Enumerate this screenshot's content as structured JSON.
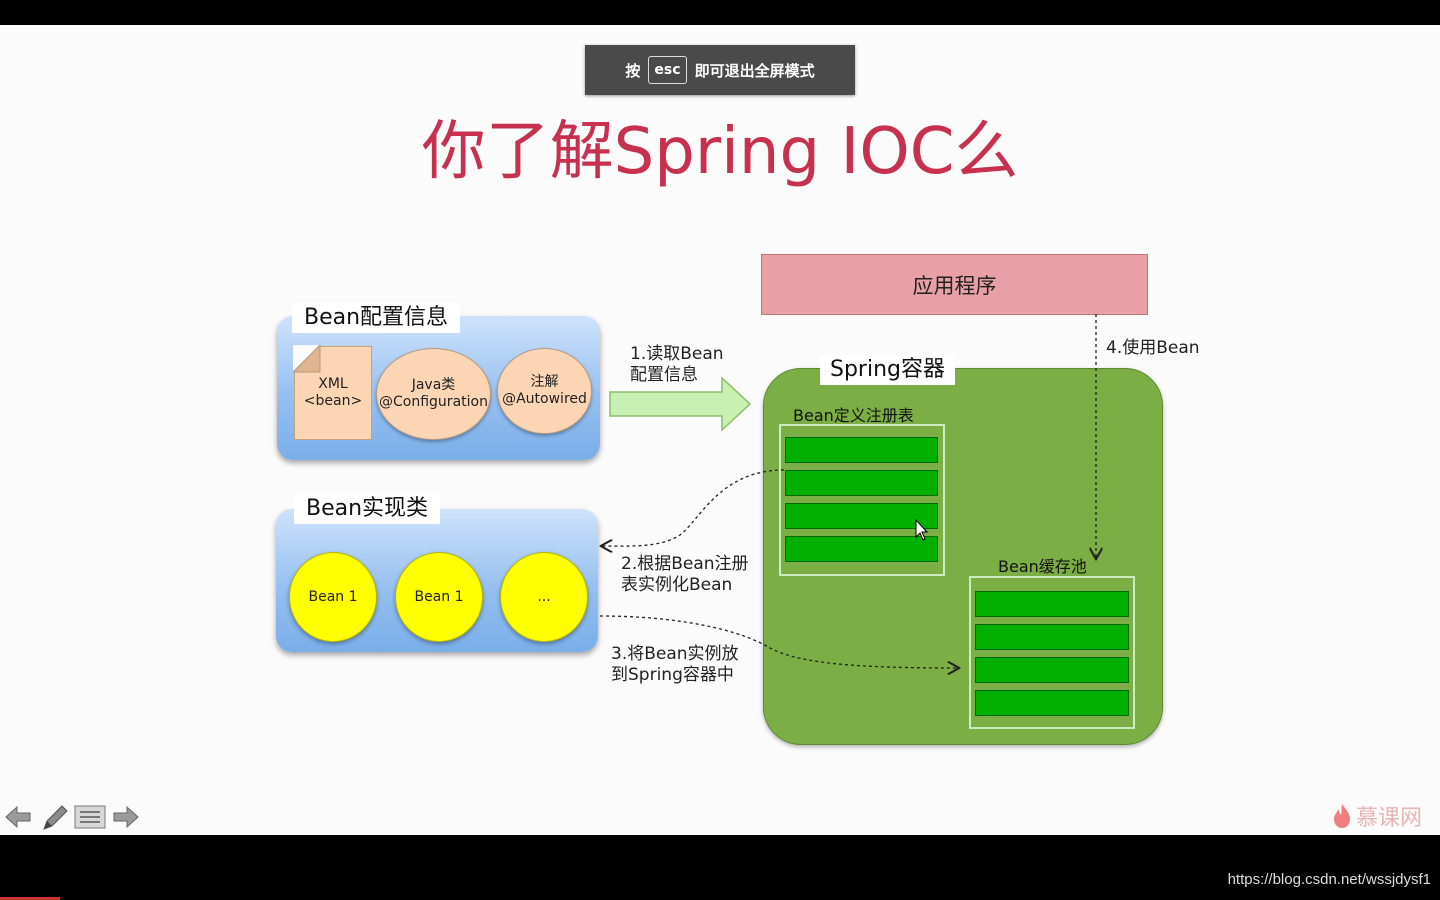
{
  "toast": {
    "prefix": "按",
    "key": "esc",
    "suffix": "即可退出全屏模式"
  },
  "slide": {
    "title": "你了解Spring IOC么",
    "config_panel": {
      "title": "Bean配置信息",
      "xml": [
        "XML",
        "<bean>"
      ],
      "java": [
        "Java类",
        "@Configuration"
      ],
      "annotation": [
        "注解",
        "@Autowired"
      ]
    },
    "impl_panel": {
      "title": "Bean实现类",
      "beans": [
        "Bean 1",
        "Bean 1",
        "..."
      ]
    },
    "steps": {
      "step1": [
        "1.读取Bean",
        "配置信息"
      ],
      "step2": [
        "2.根据Bean注册",
        "表实例化Bean"
      ],
      "step3": [
        "3.将Bean实例放",
        "到Spring容器中"
      ],
      "step4": "4.使用Bean"
    },
    "app": "应用程序",
    "container": {
      "title": "Spring容器",
      "registry": "Bean定义注册表",
      "cache": "Bean缓存池"
    },
    "colors": {
      "title": "#c8304f",
      "container": "#7cae46",
      "bar": "#00b000",
      "app": "#e8a0a6",
      "bean": "#ffff00"
    }
  },
  "controls": {
    "prev": "arrow-left-icon",
    "pen": "pen-icon",
    "menu": "menu-icon",
    "next": "arrow-right-icon"
  },
  "logo": "慕课网",
  "url": "https://blog.csdn.net/wssjdysf1"
}
